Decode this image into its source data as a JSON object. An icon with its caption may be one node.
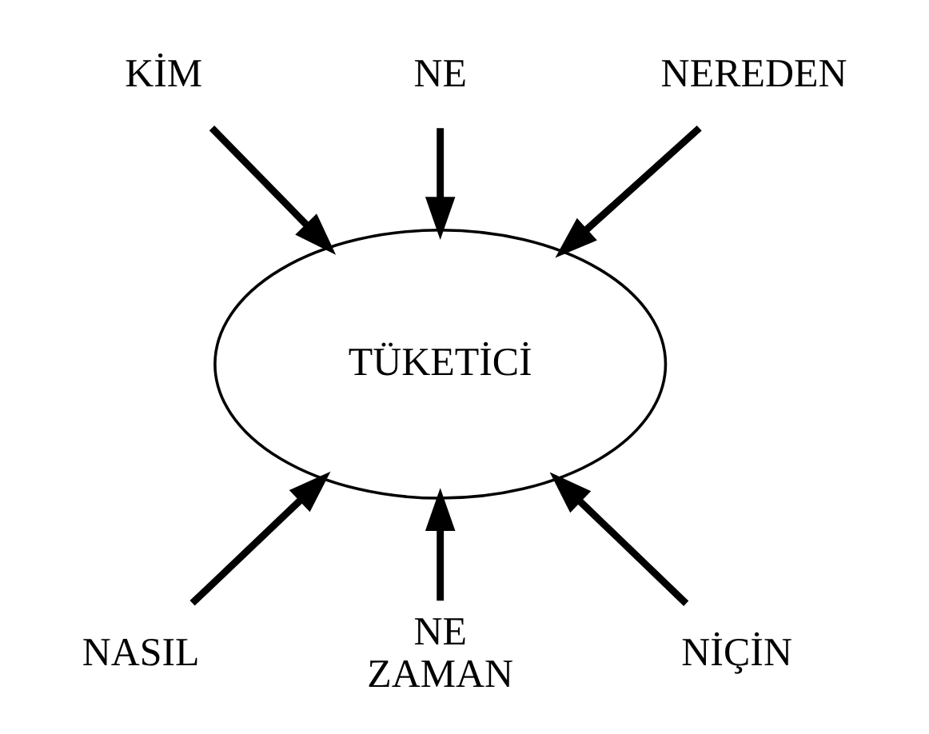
{
  "diagram": {
    "nodes": [
      {
        "text": [
          "KİM"
        ]
      },
      {
        "text": [
          "NE"
        ]
      },
      {
        "text": [
          "NEREDEN"
        ]
      },
      {
        "text": [
          "TÜKETİCİ"
        ]
      },
      {
        "text": [
          "NASIL"
        ]
      },
      {
        "text": [
          "NE ZAMAN"
        ]
      },
      {
        "text": [
          "NİÇİN"
        ]
      }
    ],
    "edges": [
      {
        "from": 0,
        "to": 3,
        "arrow": "to"
      },
      {
        "from": 1,
        "to": 3,
        "arrow": "to"
      },
      {
        "from": 2,
        "to": 3,
        "arrow": "to"
      },
      {
        "from": 4,
        "to": 3,
        "arrow": "to"
      },
      {
        "from": 5,
        "to": 3,
        "arrow": "to"
      },
      {
        "from": 6,
        "to": 3,
        "arrow": "to"
      }
    ]
  }
}
